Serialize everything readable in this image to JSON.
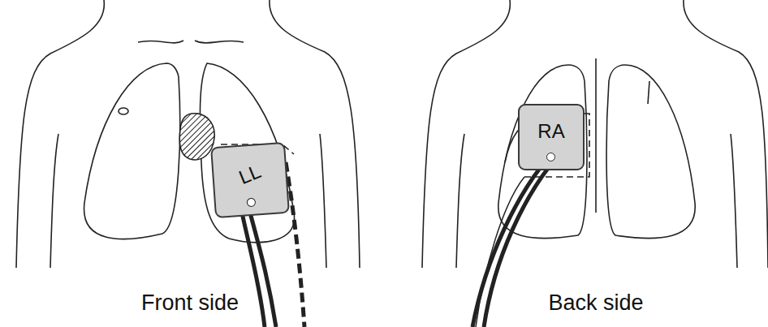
{
  "diagram": {
    "nodes": [
      {
        "text": [
          "LL"
        ]
      },
      {
        "text": [
          "RA"
        ]
      }
    ],
    "labels": [
      "Front side",
      "Back side"
    ]
  }
}
